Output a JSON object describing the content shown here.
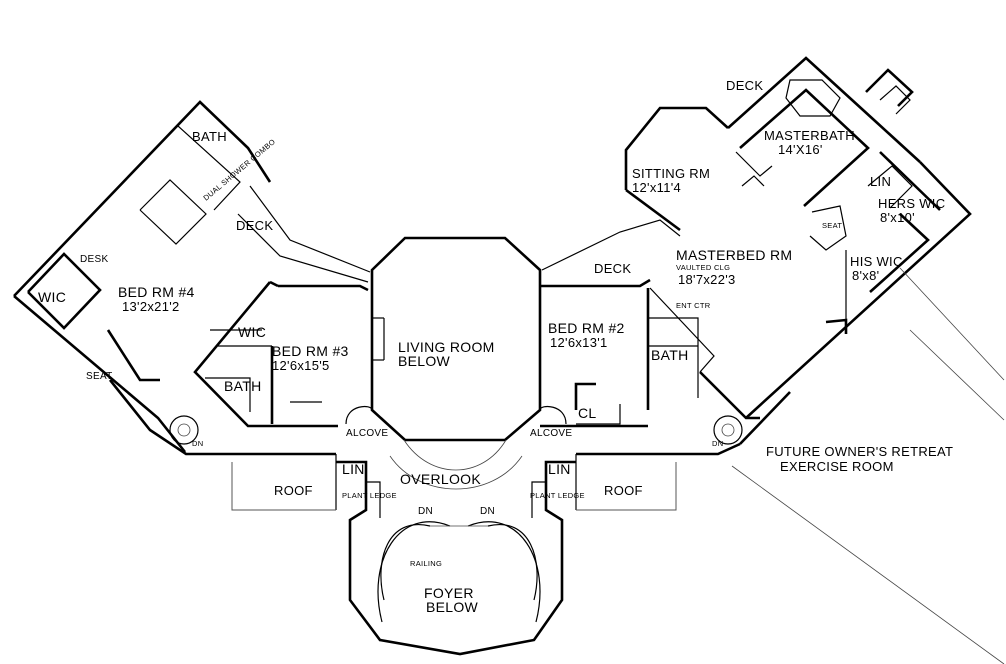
{
  "rooms": {
    "bath_top_left": "BATH",
    "dual_shower_combo": "DUAL SHOWER COMBO",
    "deck_left": "DECK",
    "desk": "DESK",
    "bed4_name": "BED RM #4",
    "bed4_size": "13'2x21'2",
    "wic_left": "WIC",
    "seat": "SEAT",
    "wic_bed3": "WIC",
    "bed3_name": "BED RM #3",
    "bed3_size": "12'6x15'5",
    "bath_bed3": "BATH",
    "living_name": "LIVING ROOM",
    "living_sub": "BELOW",
    "bed2_name": "BED RM #2",
    "bed2_size": "12'6x13'1",
    "bath_bed2": "BATH",
    "cl": "CL",
    "deck_mid": "DECK",
    "ent_ctr": "ENT CTR",
    "deck_right": "DECK",
    "masterbath_name": "MASTERBATH",
    "masterbath_size": "14'X16'",
    "sitting_name": "SITTING RM",
    "sitting_size": "12'x11'4",
    "masterbed_name": "MASTERBED RM",
    "masterbed_sub": "VAULTED CLG",
    "masterbed_size": "18'7x22'3",
    "lin_master": "LIN",
    "hers_wic_name": "HERS WIC",
    "hers_wic_size": "8'x10'",
    "seat_master": "SEAT",
    "his_wic_name": "HIS WIC",
    "his_wic_size": "8'x8'",
    "alcove_left": "ALCOVE",
    "alcove_right": "ALCOVE",
    "overlook": "OVERLOOK",
    "lin_left": "LIN",
    "lin_right": "LIN",
    "roof_left": "ROOF",
    "roof_right": "ROOF",
    "plant_ledge_left": "PLANT LEDGE",
    "plant_ledge_right": "PLANT LEDGE",
    "dn_left_stair": "DN",
    "dn_right_stair": "DN",
    "dn_spiral_left": "DN",
    "dn_spiral_right": "DN",
    "railing": "RAILING",
    "foyer_name": "FOYER",
    "foyer_sub": "BELOW",
    "future_line1": "FUTURE OWNER'S RETREAT",
    "future_line2": "EXERCISE ROOM"
  }
}
